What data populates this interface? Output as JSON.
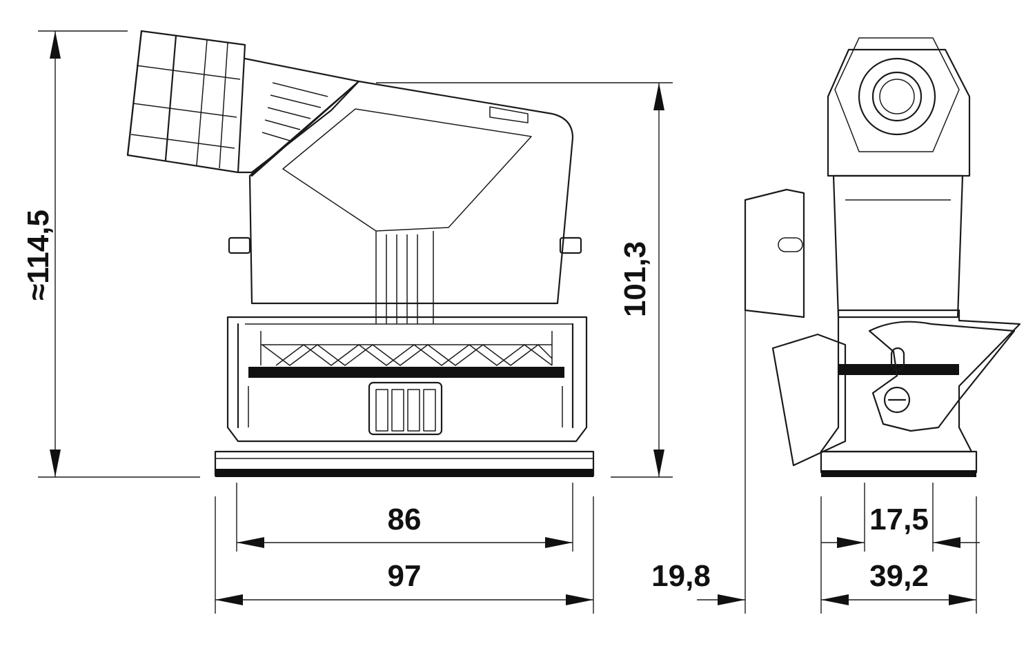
{
  "dimensions": {
    "overall_height": "≈114,5",
    "body_height": "101,3",
    "inner_width": "86",
    "outer_width": "97",
    "side_offset": "19,8",
    "side_inner": "17,5",
    "side_outer": "39,2"
  }
}
